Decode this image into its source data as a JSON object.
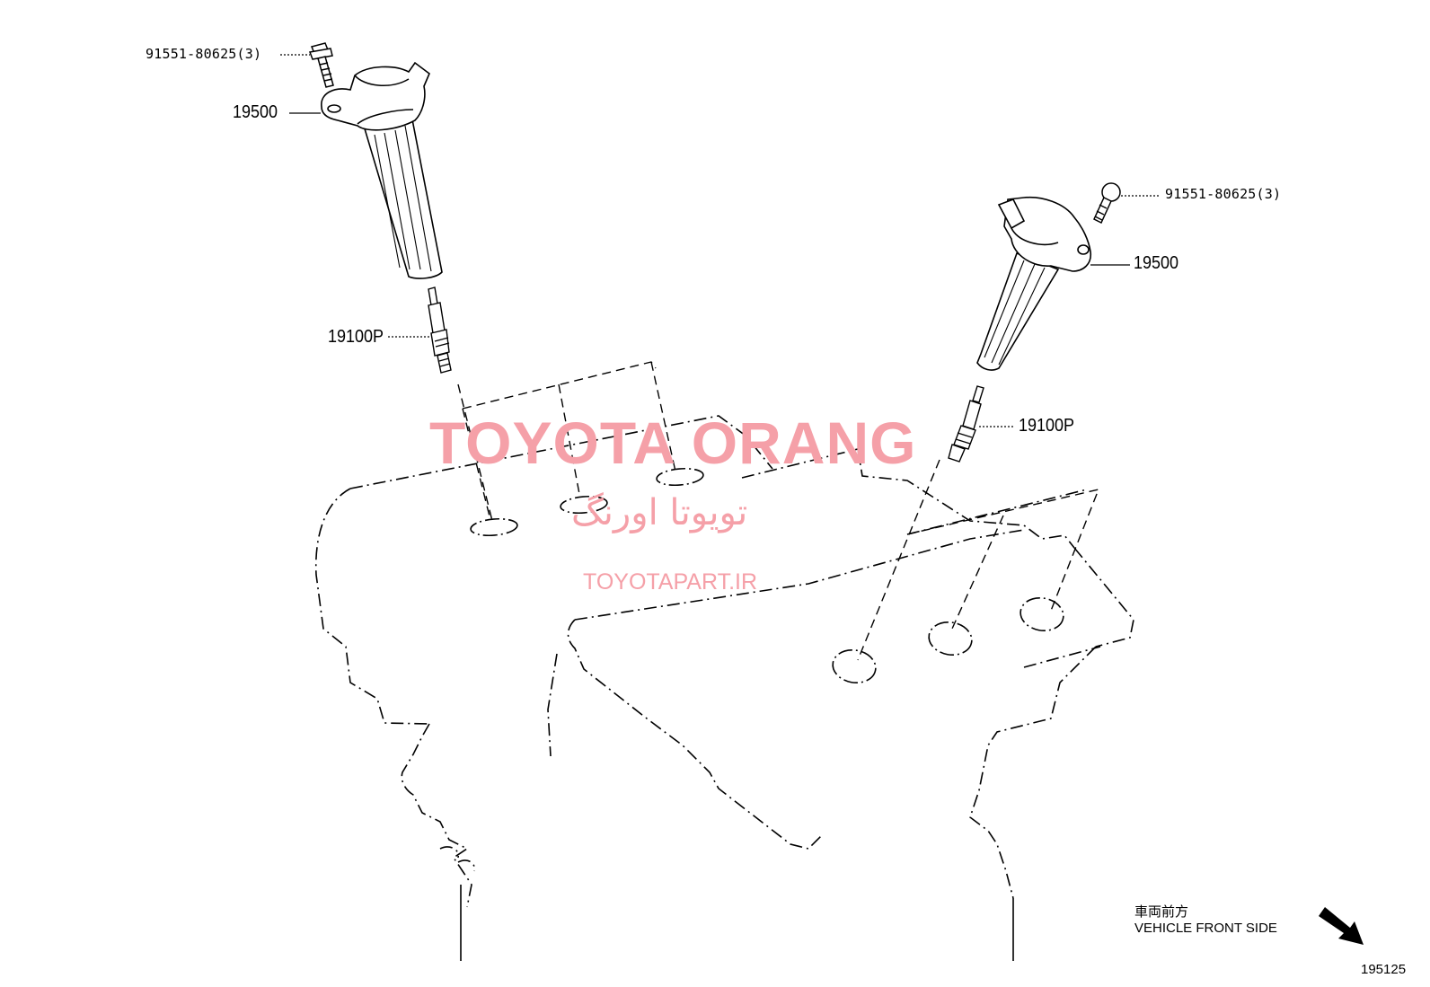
{
  "labels": {
    "bolt_left": "91551-80625(3)",
    "coil_left": "19500",
    "plug_left": "19100P",
    "bolt_right": "91551-80625(3)",
    "coil_right": "19500",
    "plug_right": "19100P"
  },
  "direction": {
    "jp": "車両前方",
    "en": "VEHICLE FRONT SIDE"
  },
  "figure_number": "195125",
  "watermark": {
    "main": "TOYOTA ORANG",
    "persian": "تویوتا اورنگ",
    "url": "TOYOTAPART.IR"
  },
  "colors": {
    "line": "#000000",
    "watermark": "#f5a0a8",
    "background": "#ffffff"
  }
}
